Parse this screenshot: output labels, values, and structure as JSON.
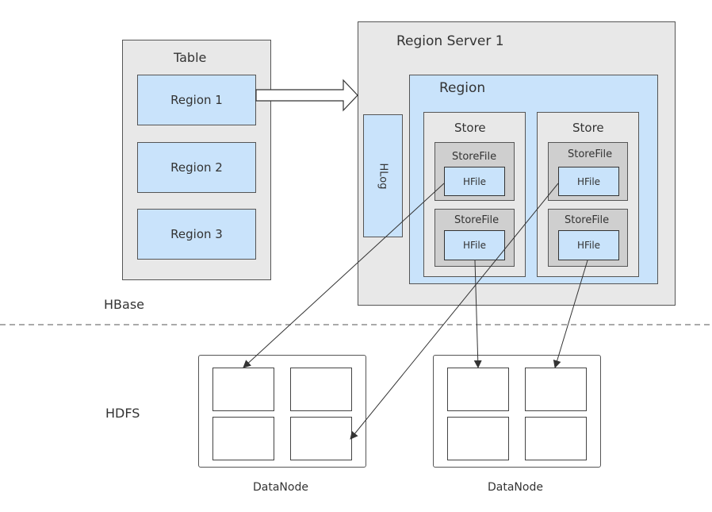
{
  "table": {
    "title": "Table",
    "regions": [
      "Region 1",
      "Region 2",
      "Region 3"
    ]
  },
  "region_server": {
    "title": "Region Server 1",
    "hlog": "HLog",
    "region": {
      "title": "Region",
      "stores": [
        {
          "title": "Store",
          "storefiles": [
            {
              "title": "StoreFile",
              "hfile": "HFile"
            },
            {
              "title": "StoreFile",
              "hfile": "HFile"
            }
          ]
        },
        {
          "title": "Store",
          "storefiles": [
            {
              "title": "StoreFile",
              "hfile": "HFile"
            },
            {
              "title": "StoreFile",
              "hfile": "HFile"
            }
          ]
        }
      ]
    }
  },
  "layers": {
    "hbase": "HBase",
    "hdfs": "HDFS"
  },
  "datanodes": [
    "DataNode",
    "DataNode"
  ],
  "colors": {
    "container_grey": "#e8e8e8",
    "region_blue": "#c9e3fb",
    "storefile_grey": "#cfcfcf",
    "line": "#333333"
  }
}
